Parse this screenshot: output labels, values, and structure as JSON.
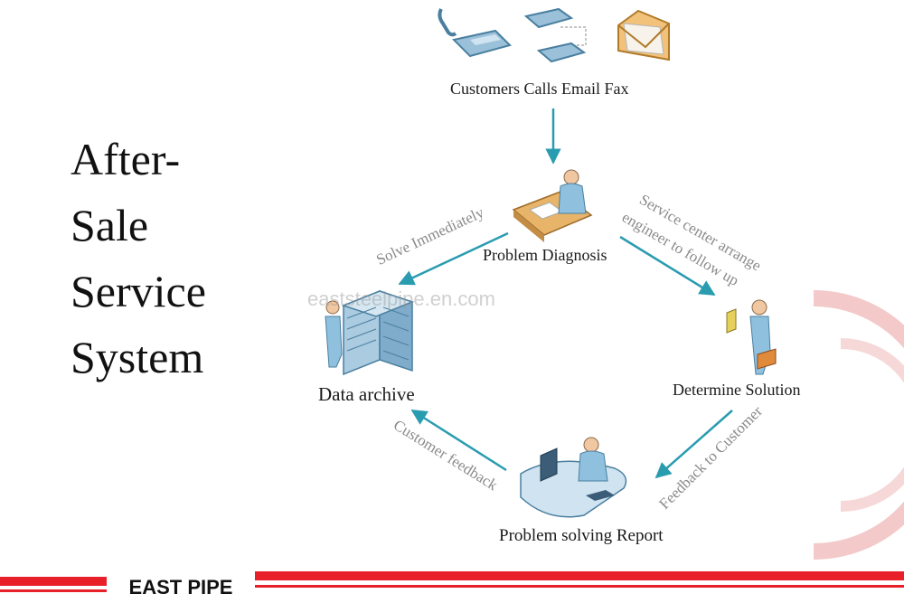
{
  "title_lines": [
    "After-",
    "Sale",
    "Service",
    "System"
  ],
  "nodes": {
    "contact": "Customers Calls Email Fax",
    "diagnosis": "Problem Diagnosis",
    "archive": "Data archive",
    "solution": "Determine Solution",
    "report": "Problem solving Report"
  },
  "edges": {
    "solve_immediately": "Solve Immediately",
    "service_center_line1": "Service center arrange",
    "service_center_line2": "engineer to follow up",
    "customer_feedback": "Customer feedback",
    "feedback_to_customer": "Feedback to Customer"
  },
  "watermark": "eaststeelpipe.en.com",
  "footer": {
    "brand": "EAST PIPE"
  },
  "colors": {
    "arrow": "#2a9cb0",
    "footer_red": "#e8202a",
    "edge_text": "#8a8a8a"
  },
  "icons": [
    "telephone-icon",
    "fax-icon",
    "envelope-icon",
    "desk-worker-icon",
    "server-rack-icon",
    "engineer-icon",
    "computer-desk-icon"
  ]
}
